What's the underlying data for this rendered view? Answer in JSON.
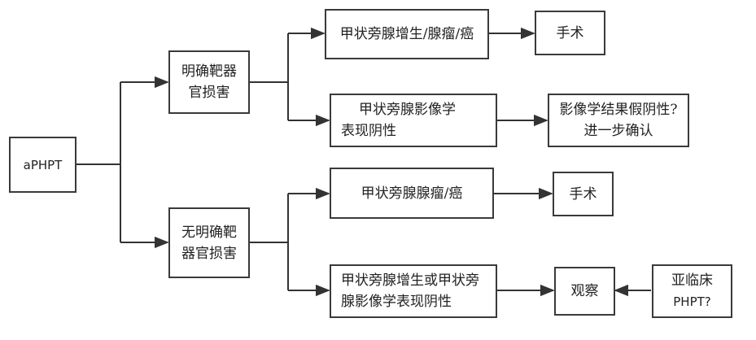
{
  "nodes": {
    "root": "aPHPT",
    "organ_damage": [
      "明确靶器",
      "官损害"
    ],
    "no_organ_damage": [
      "无明确靶",
      "器官损害"
    ],
    "hyperplasia_adenoma_cancer": "甲状旁腺增生/腺瘤/癌",
    "imaging_negative": [
      "甲状旁腺影像学",
      "表现阴性"
    ],
    "surgery_1": "手术",
    "false_negative_check": [
      "影像学结果假阴性?",
      "进一步确认"
    ],
    "adenoma_cancer": "甲状旁腺腺瘤/癌",
    "surgery_2": "手术",
    "hyperplasia_or_imaging_negative": [
      "甲状旁腺增生或甲状旁",
      "腺影像学表现阴性"
    ],
    "observe": "观察",
    "subclinical": [
      "亚临床",
      "PHPT?"
    ]
  }
}
